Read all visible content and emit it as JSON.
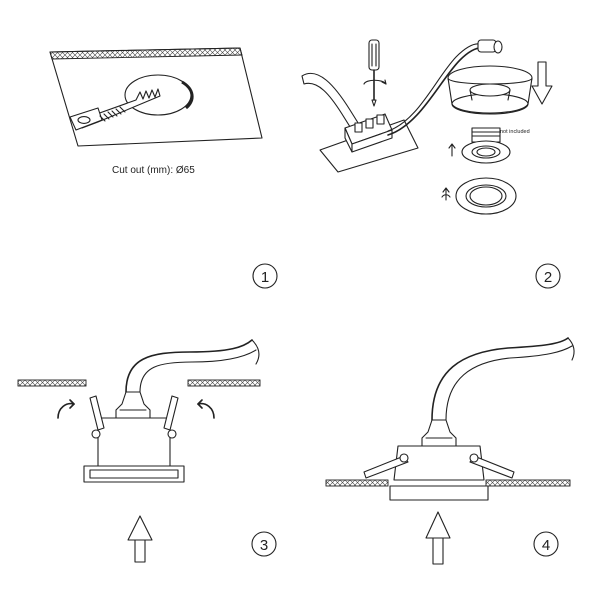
{
  "step1": {
    "cutout_label": "Cut out (mm): Ø65",
    "number": "1"
  },
  "step2": {
    "note": "not included",
    "number": "2"
  },
  "step3": {
    "number": "3"
  },
  "step4": {
    "number": "4"
  }
}
